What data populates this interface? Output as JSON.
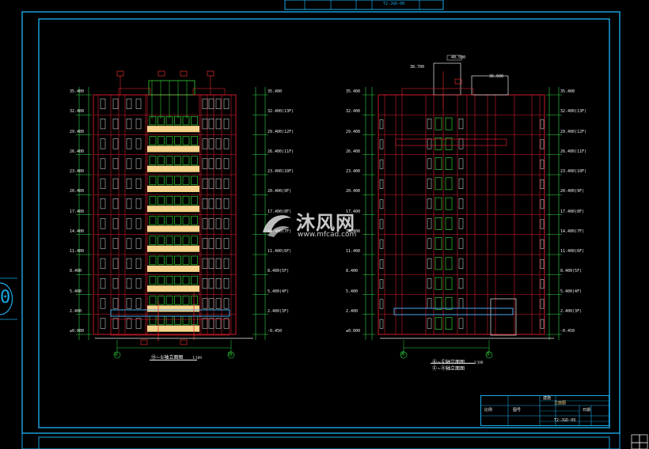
{
  "colors": {
    "frame": "#19a9e8",
    "building_red": "#d81e2d",
    "window_green": "#3cf03c",
    "balcony_fill": "#f6d38a",
    "dim_green": "#2fd84a",
    "dim_red": "#e22b2b",
    "white": "#f2f2f2",
    "glass_blue": "#4aa8e8"
  },
  "left_elevation": {
    "title": "⑮~①轴立面图",
    "scale": "1:100",
    "axis_left": "①",
    "axis_right": "⑮",
    "left_levels": [
      "35.400",
      "32.400",
      "29.400",
      "26.400",
      "23.400",
      "20.400",
      "17.400",
      "14.400",
      "11.400",
      "8.400",
      "5.400",
      "2.400",
      "±0.000"
    ],
    "right_levels": [
      "35.400",
      "32.400(13F)",
      "29.400(12F)",
      "26.400(11F)",
      "23.400(10F)",
      "20.400(9F)",
      "17.400(8F)",
      "14.400(7F)",
      "11.400(6F)",
      "8.400(5F)",
      "5.400(4F)",
      "2.400(3F)",
      "-0.450"
    ]
  },
  "right_elevation": {
    "title": "Ⓐ~Ⓔ轴立面图",
    "scale": "1:100",
    "subtitle": "Ⓔ~Ⓐ轴立面图",
    "axis_left": "Ⓐ",
    "axis_right": "Ⓔ",
    "left_levels": [
      "35.400",
      "32.400",
      "29.400",
      "26.400",
      "23.400",
      "20.400",
      "17.400",
      "14.400",
      "11.400",
      "8.400",
      "5.400",
      "2.400",
      "±0.000"
    ],
    "right_levels": [
      "35.400",
      "32.400(13F)",
      "29.400(12F)",
      "26.400(11F)",
      "23.400(10F)",
      "20.400(9F)",
      "17.400(8F)",
      "14.400(7F)",
      "11.400(6F)",
      "8.400(5F)",
      "5.400(4F)",
      "2.400(3F)",
      "-0.450"
    ],
    "top_labels": [
      "40.500",
      "38.700",
      "36.600"
    ]
  },
  "title_block": {
    "top_strip_code": "T2-JGD-08",
    "bottom_code": "T2-JGD-09",
    "rows": [
      "建施",
      "立面图",
      "比例",
      "图号",
      "日期"
    ]
  },
  "watermark": {
    "name": "沐风网",
    "url": "www.mfcad.com"
  },
  "left_edge_mark": "0"
}
